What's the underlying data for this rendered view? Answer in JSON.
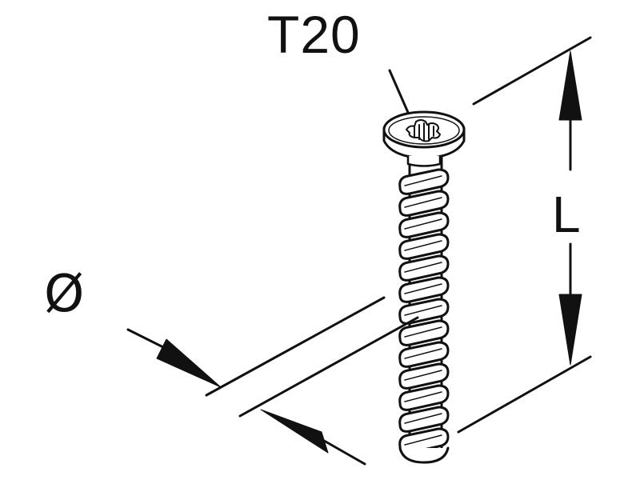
{
  "labels": {
    "drive": "T20",
    "length": "L",
    "diameter": "Ø"
  },
  "colors": {
    "ink": "#111111",
    "background": "#ffffff"
  },
  "parts": {
    "head_icon": "torx-drive-icon",
    "arrow_icon": "dimension-arrow-icon"
  }
}
